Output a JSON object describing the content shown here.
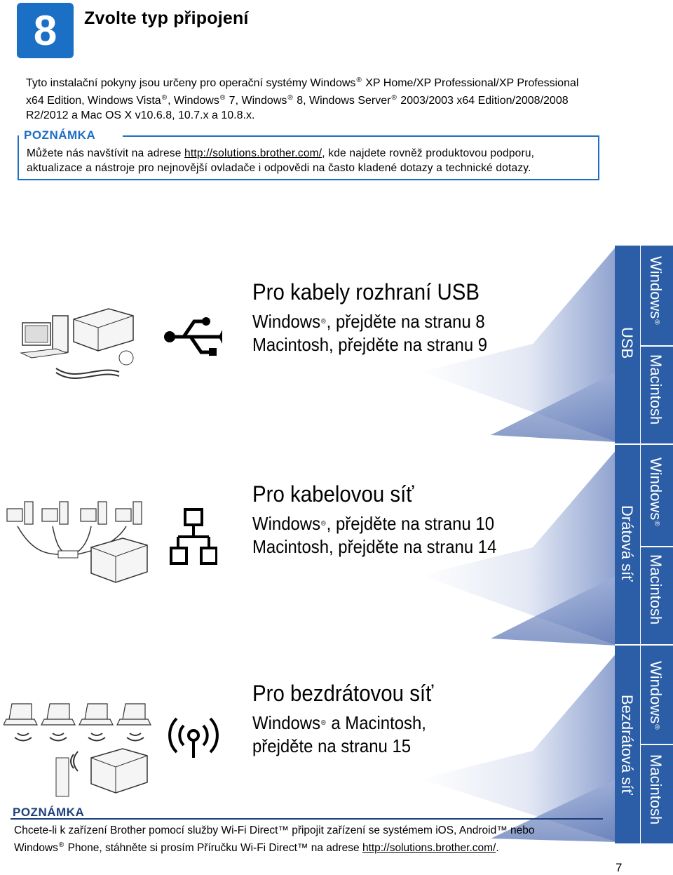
{
  "header": {
    "step_number": "8",
    "title": "Zvolte typ připojení"
  },
  "intro": {
    "line1_pre": "Tyto instalační pokyny jsou určeny pro operační systémy Windows",
    "line1_post": " XP Home/XP Professional/XP Professional",
    "line2_a": "x64 Edition, Windows Vista",
    "line2_b": ", Windows",
    "line2_c": " 7, Windows",
    "line2_d": " 8, Windows Server",
    "line2_e": " 2003/2003 x64 Edition/2008/2008",
    "line3": "R2/2012 a Mac OS X v10.6.8, 10.7.x a 10.8.x.",
    "reg": "®"
  },
  "note1": {
    "heading": "POZNÁMKA",
    "pre": "Můžete nás navštívit na adrese ",
    "link": "http://solutions.brother.com/",
    "post": ", kde najdete rovněž produktovou podporu,",
    "line2": "aktualizace a nástroje pro nejnovější ovladače i odpovědi na často kladené dotazy a technické dotazy."
  },
  "sections": [
    {
      "title": "Pro kabely rozhraní USB",
      "line1_pre": "Windows",
      "line1_post": ", přejděte na stranu 8",
      "line2": "Macintosh, přejděte na stranu 9",
      "tab_label": "USB"
    },
    {
      "title": "Pro kabelovou síť",
      "line1_pre": "Windows",
      "line1_post": ", přejděte na stranu 10",
      "line2": "Macintosh, přejděte na stranu 14",
      "tab_label": "Drátová síť"
    },
    {
      "title": "Pro bezdrátovou síť",
      "line1_pre": "Windows",
      "line1_post": " a Macintosh,",
      "line2": "přejděte na stranu 15",
      "tab_label": "Bezdrátová síť"
    }
  ],
  "side": {
    "windows": "Windows",
    "reg": "®",
    "macintosh": "Macintosh"
  },
  "note2": {
    "heading": "POZNÁMKA",
    "line1": "Chcete-li k zařízení Brother pomocí služby Wi-Fi Direct™ připojit zařízení se systémem iOS, Android™ nebo",
    "line2_pre": "Windows",
    "line2_mid": " Phone, stáhněte si prosím Příručku Wi-Fi Direct™ na adrese ",
    "link": "http://solutions.brother.com/",
    "line2_post": "."
  },
  "page_number": "7",
  "colors": {
    "accent": "#1b6fc4",
    "tab": "#2b5ea6",
    "arrow_light": "#c9d3ea"
  }
}
